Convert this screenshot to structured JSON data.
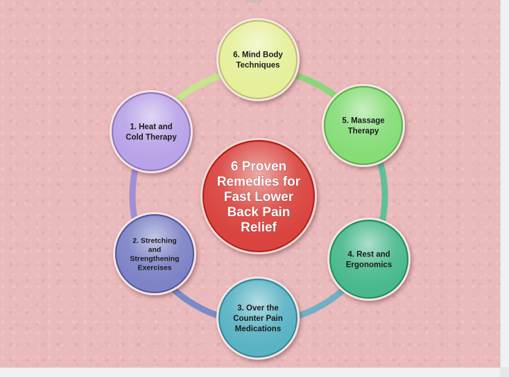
{
  "diagram": {
    "center": {
      "lines": [
        "6 Proven",
        "Remedies for",
        "Fast Lower",
        "Back Pain",
        "Relief"
      ],
      "color": "#d9443f"
    },
    "nodes": [
      {
        "id": "heat",
        "lines": [
          "1. Heat and",
          "Cold Therapy"
        ],
        "color": "#b9a3e8"
      },
      {
        "id": "stretch",
        "lines": [
          "2. Stretching",
          "and",
          "Strengthening",
          "Exercises"
        ],
        "color": "#7d83c6"
      },
      {
        "id": "otc",
        "lines": [
          "3. Over the",
          "Counter Pain",
          "Medications"
        ],
        "color": "#5ab3c4"
      },
      {
        "id": "rest",
        "lines": [
          "4. Rest and",
          "Ergonomics"
        ],
        "color": "#49b98d"
      },
      {
        "id": "massage",
        "lines": [
          "5. Massage",
          "Therapy"
        ],
        "color": "#86dd78"
      },
      {
        "id": "mindbody",
        "lines": [
          "6. Mind Body",
          "Techniques"
        ],
        "color": "#e6ef9a"
      }
    ],
    "ring_colors": [
      "#9e8fd6",
      "#7a8ac8",
      "#6fb0c4",
      "#5fbf98",
      "#8cd67a",
      "#c6e58c"
    ]
  }
}
